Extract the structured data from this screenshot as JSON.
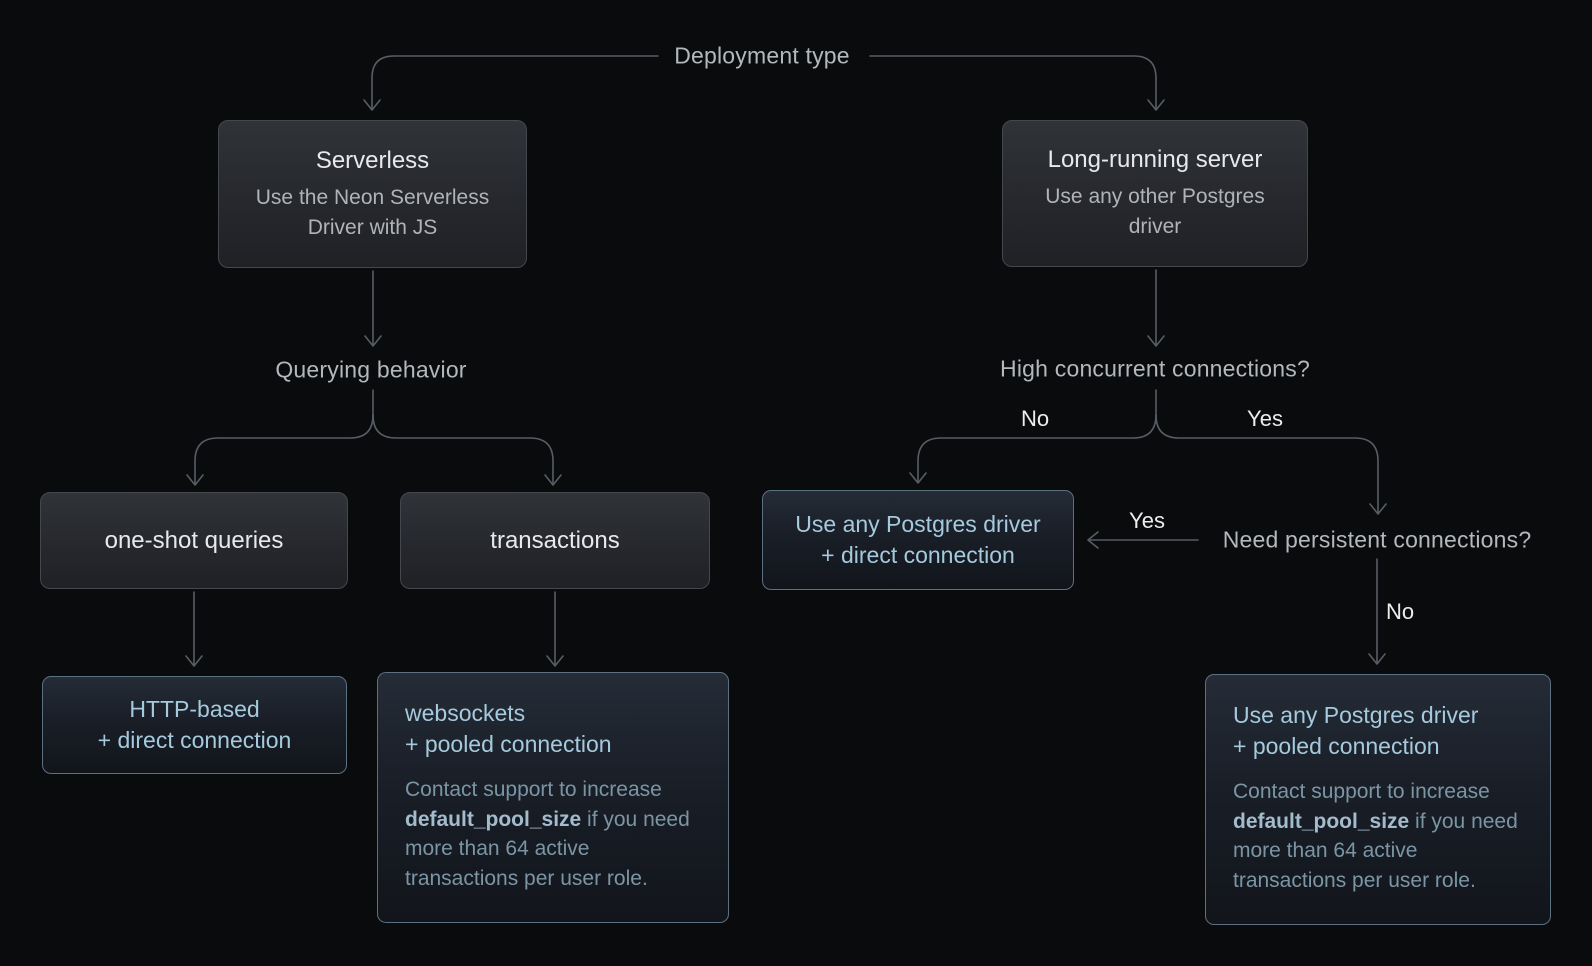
{
  "diagram": {
    "title_implied": "Postgres driver decision tree",
    "colors": {
      "background": "#0a0b0d",
      "edge_line": "#585d65",
      "question_label": "#b3b8bd",
      "branch_label": "#ecedef",
      "gray_card_bg_top": "#303338",
      "gray_card_bg_bottom": "#1f2125",
      "gray_card_border": "#43474e",
      "gray_card_title": "#e7e9eb",
      "gray_card_subtitle": "#b0b4b9",
      "teal_card_border": "#5d7080",
      "teal_card_bg_top": "#252c37",
      "teal_card_bg_bottom": "#12151b",
      "teal_card_text": "#a5cade",
      "teal_note_text": "#7b95a5",
      "teal_note_bold": "#a3bccd"
    }
  },
  "labels": {
    "deployment_type": "Deployment type",
    "querying_behavior": "Querying behavior",
    "high_concurrent": "High concurrent connections?",
    "need_persistent": "Need persistent connections?",
    "fork_no": "No",
    "fork_yes": "Yes",
    "persistent_yes": "Yes",
    "persistent_no": "No"
  },
  "cards": {
    "serverless": {
      "title": "Serverless",
      "subtitle": "Use the Neon Serverless Driver with JS"
    },
    "long_running": {
      "title": "Long-running server",
      "subtitle": "Use any other Postgres driver"
    },
    "one_shot": {
      "title": "one-shot queries"
    },
    "transactions": {
      "title": "transactions"
    },
    "http_based": {
      "line1": "HTTP-based",
      "line2": "+ direct connection"
    },
    "direct": {
      "line1": "Use any Postgres driver",
      "line2": "+ direct connection"
    },
    "websockets": {
      "line1": "websockets",
      "line2": "+ pooled connection",
      "note_pre": "Contact support to increase ",
      "note_bold": "default_pool_size",
      "note_post": " if you need more than 64 active transactions per user role."
    },
    "pooled": {
      "line1": "Use any Postgres driver",
      "line2": "+ pooled connection",
      "note_pre": "Contact support to increase ",
      "note_bold": "default_pool_size",
      "note_post": " if you need more than 64 active transactions per user role."
    }
  }
}
